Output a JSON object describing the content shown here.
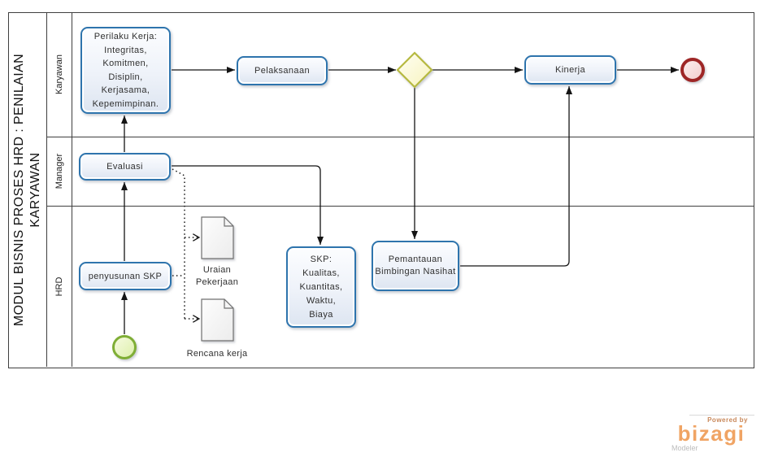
{
  "pool": {
    "title": "MODUL BISNIS PROSES HRD : PENILAIAN\nKARYAWAN",
    "lanes": [
      {
        "label": "Karyawan"
      },
      {
        "label": "Manager"
      },
      {
        "label": "HRD"
      }
    ]
  },
  "nodes": {
    "perilaku": {
      "label": "Perilaku Kerja:\nIntegritas,\nKomitmen,\nDisiplin,\nKerjasama,\nKepemimpinan."
    },
    "pelaksanaan": {
      "label": "Pelaksanaan"
    },
    "kinerja": {
      "label": "Kinerja"
    },
    "evaluasi": {
      "label": "Evaluasi"
    },
    "penyusunan_skp": {
      "label": "penyusunan SKP"
    },
    "skp": {
      "label": "SKP:\nKualitas,\nKuantitas,\nWaktu,\nBiaya"
    },
    "pemantauan": {
      "label": "Pemantauan\nBimbingan Nasihat"
    },
    "doc_uraian": {
      "label": "Uraian\nPekerjaan"
    },
    "doc_rencana": {
      "label": "Rencana kerja"
    }
  },
  "branding": {
    "powered_by": "Powered by",
    "brand": "bizagi",
    "product": "Modeler"
  },
  "colors": {
    "task_border": "#2e74ad",
    "gateway_border": "#b6b93f",
    "start_border": "#7fae36",
    "end_border": "#9e2626",
    "connector": "#141414",
    "brand_orange": "#f0a464"
  }
}
